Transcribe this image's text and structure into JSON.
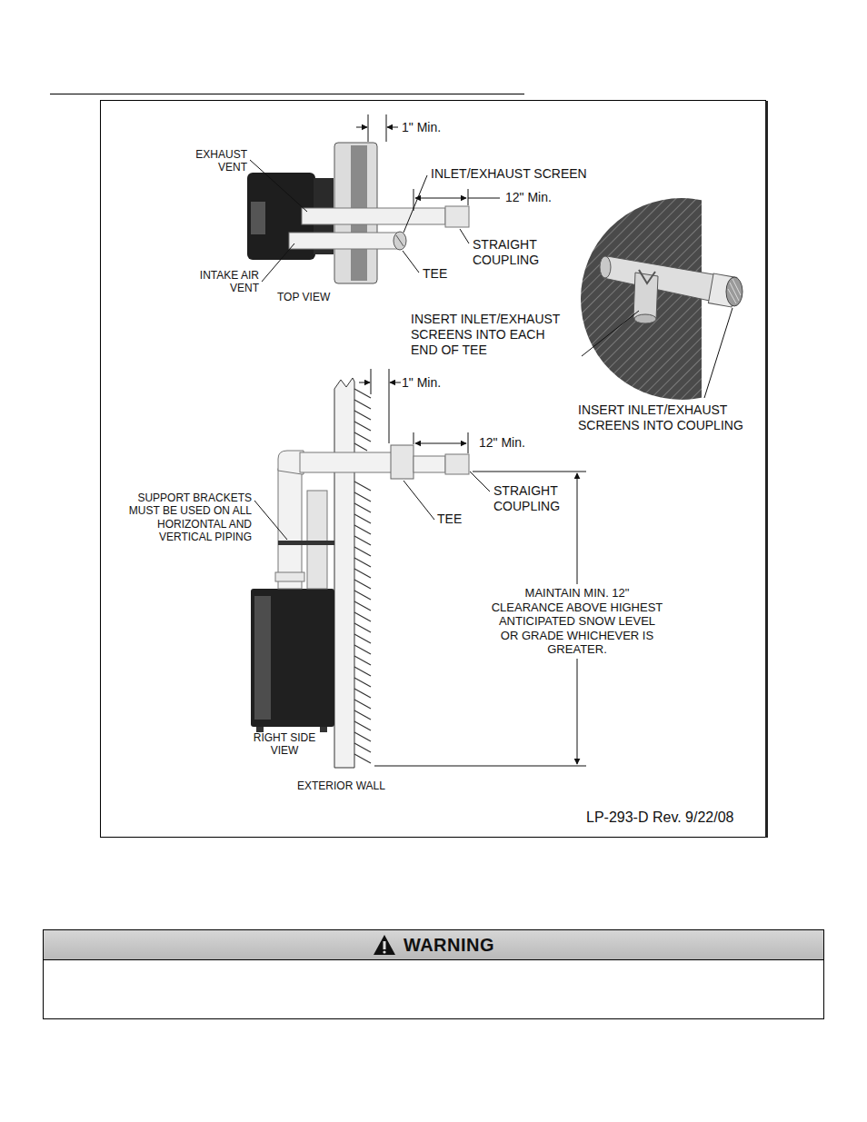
{
  "diagram": {
    "nodes": [
      {
        "text": [
          "WARNING"
        ]
      }
    ],
    "labels": [
      "EXHAUST VENT",
      "INTAKE AIR VENT",
      "TOP VIEW",
      "1\" Min.",
      "INLET/EXHAUST SCREEN",
      "12\" Min.",
      "STRAIGHT COUPLING",
      "TEE",
      "INSERT INLET/EXHAUST SCREENS INTO EACH END OF TEE",
      "INSERT INLET/EXHAUST SCREENS INTO COUPLING",
      "1\" Min.",
      "12\" Min.",
      "SUPPORT BRACKETS MUST BE USED ON ALL HORIZONTAL AND VERTICAL PIPING",
      "TEE",
      "STRAIGHT COUPLING",
      "MAINTAIN MIN. 12\" CLEARANCE ABOVE HIGHEST ANTICIPATED SNOW LEVEL OR GRADE WHICHEVER IS GREATER.",
      "RIGHT SIDE VIEW",
      "EXTERIOR WALL",
      "LP-293-D Rev. 9/22/08"
    ]
  }
}
